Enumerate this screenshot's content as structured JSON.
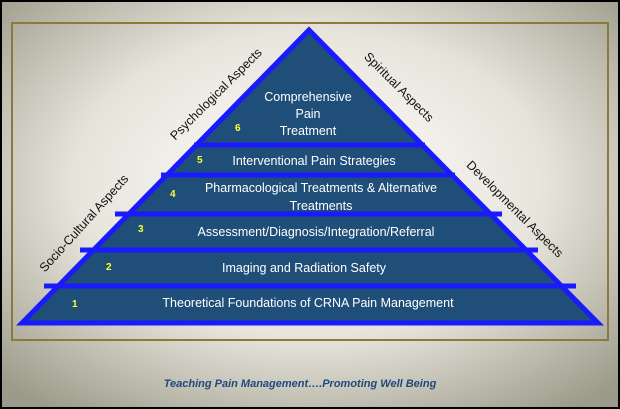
{
  "tiers": [
    {
      "number": "1",
      "label": "Theoretical Foundations of CRNA Pain Management"
    },
    {
      "number": "2",
      "label": "Imaging and Radiation Safety"
    },
    {
      "number": "3",
      "label": "Assessment/Diagnosis/Integration/Referral"
    },
    {
      "number": "4",
      "label_line1": "Pharmacological Treatments & Alternative",
      "label_line2": "Treatments"
    },
    {
      "number": "5",
      "label": "Interventional Pain Strategies"
    },
    {
      "number": "6",
      "label_line1": "Comprehensive",
      "label_line2": "Pain",
      "label_line3": "Treatment"
    }
  ],
  "side_labels": {
    "left_outer": "Socio-Cultural Aspects",
    "left_inner": "Psychological Aspects",
    "right_inner": "Spiritual Aspects",
    "right_outer": "Developmental Aspects"
  },
  "caption": "Teaching Pain Management….Promoting Well Being",
  "colors": {
    "pyramid_fill": "#1f4e79",
    "pyramid_edge": "#1a1aff",
    "number": "#ffff33",
    "tier_text": "#ffffff",
    "caption": "#1f497d",
    "frame": "#8c7a3a"
  }
}
